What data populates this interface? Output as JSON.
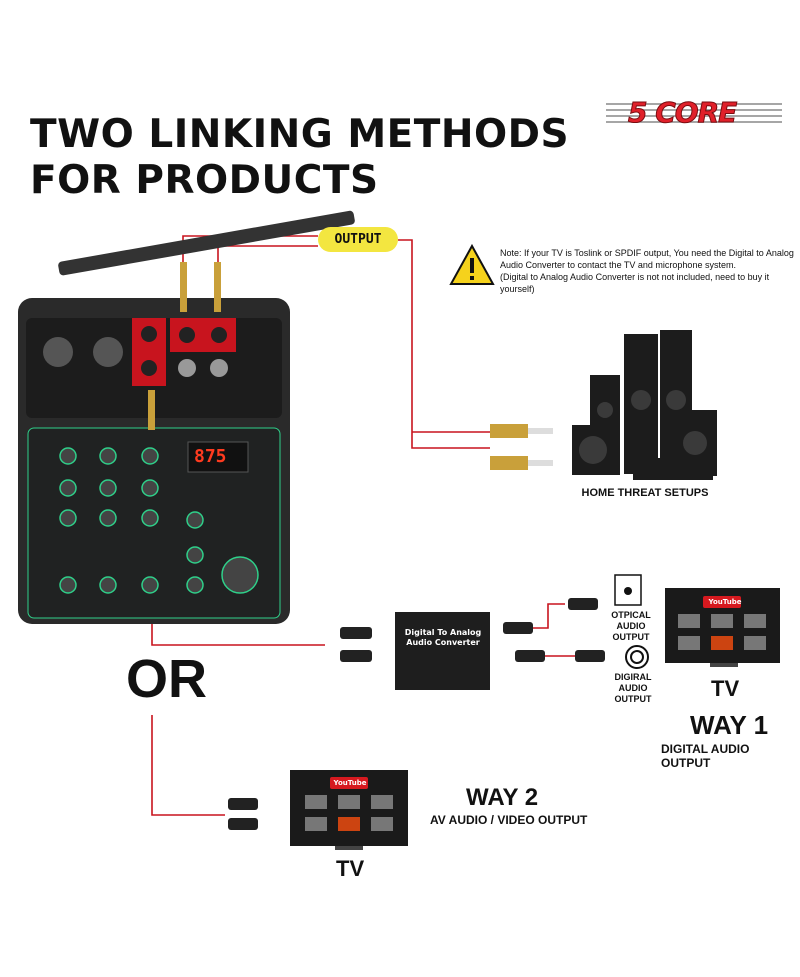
{
  "brand": {
    "logo_text": "5 CORE"
  },
  "title": {
    "line1": "TWO LINKING METHODS",
    "line2": "FOR PRODUCTS"
  },
  "output_label": "OUTPUT",
  "note": {
    "icon": "warning-triangle-icon",
    "line1": "Note: If your TV is Toslink or SPDIF output, You need the Digital to Analog",
    "line2": "Audio Converter to contact the TV and microphone system.",
    "line3": "(Digital to Analog Audio Converter is not not included, need to buy it yourself)"
  },
  "mixer": {
    "display": "875"
  },
  "speakers_label": "HOME THREAT SETUPS",
  "converter": {
    "line1": "Digital To Analog",
    "line2": "Audio Converter"
  },
  "way1": {
    "optical_label1": "OTPICAL",
    "optical_label2": "AUDIO OUTPUT",
    "digital_label1": "DIGIRAL",
    "digital_label2": "AUDIO OUTPUT",
    "tv_label": "TV",
    "title": "WAY 1",
    "subtitle": "DIGITAL AUDIO OUTPUT",
    "tv_brand": "YouTube"
  },
  "or_label": "OR",
  "way2": {
    "tv_label": "TV",
    "title": "WAY 2",
    "subtitle": "AV AUDIO / VIDEO OUTPUT",
    "tv_brand": "YouTube"
  },
  "colors": {
    "wire": "#c8141e",
    "pill": "#f3e640",
    "logo": "#e0202a",
    "mixer_accent": "#2fd08a"
  }
}
